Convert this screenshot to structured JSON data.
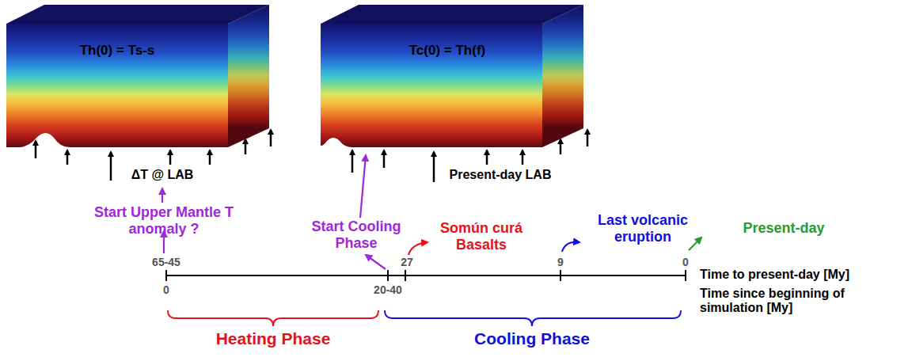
{
  "diagram": {
    "nodes": [
      {
        "text": [
          "Th(0) = Ts-s"
        ]
      },
      {
        "text": [
          "Tc(0) = Th(f)"
        ]
      }
    ],
    "labels": [
      "ΔT @ LAB",
      "Present-day LAB",
      "Start Upper Mantle T anomaly ?",
      "Start Cooling Phase",
      "Somún curá Basalts",
      "Last volcanic eruption",
      "Present-day",
      "65-45",
      "27",
      "9",
      "0",
      "Time to present-day [My]",
      "0",
      "20-40",
      "Time since beginning of simulation [My]",
      "Heating Phase",
      "Cooling Phase"
    ]
  }
}
